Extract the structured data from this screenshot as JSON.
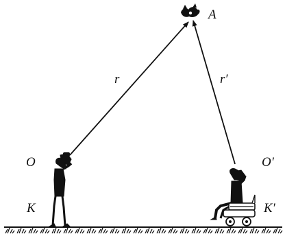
{
  "labels": {
    "point": "A",
    "vector_left": "r",
    "vector_right": "r′",
    "origin_left": "O",
    "origin_right": "O′",
    "frame_left": "K",
    "frame_right": "K′"
  },
  "colors": {
    "ink": "#111111",
    "background": "#ffffff"
  },
  "icons": {
    "object": "bird-icon",
    "observer_left": "standing-observer-with-binoculars-icon",
    "observer_right": "seated-observer-on-cart-icon"
  }
}
